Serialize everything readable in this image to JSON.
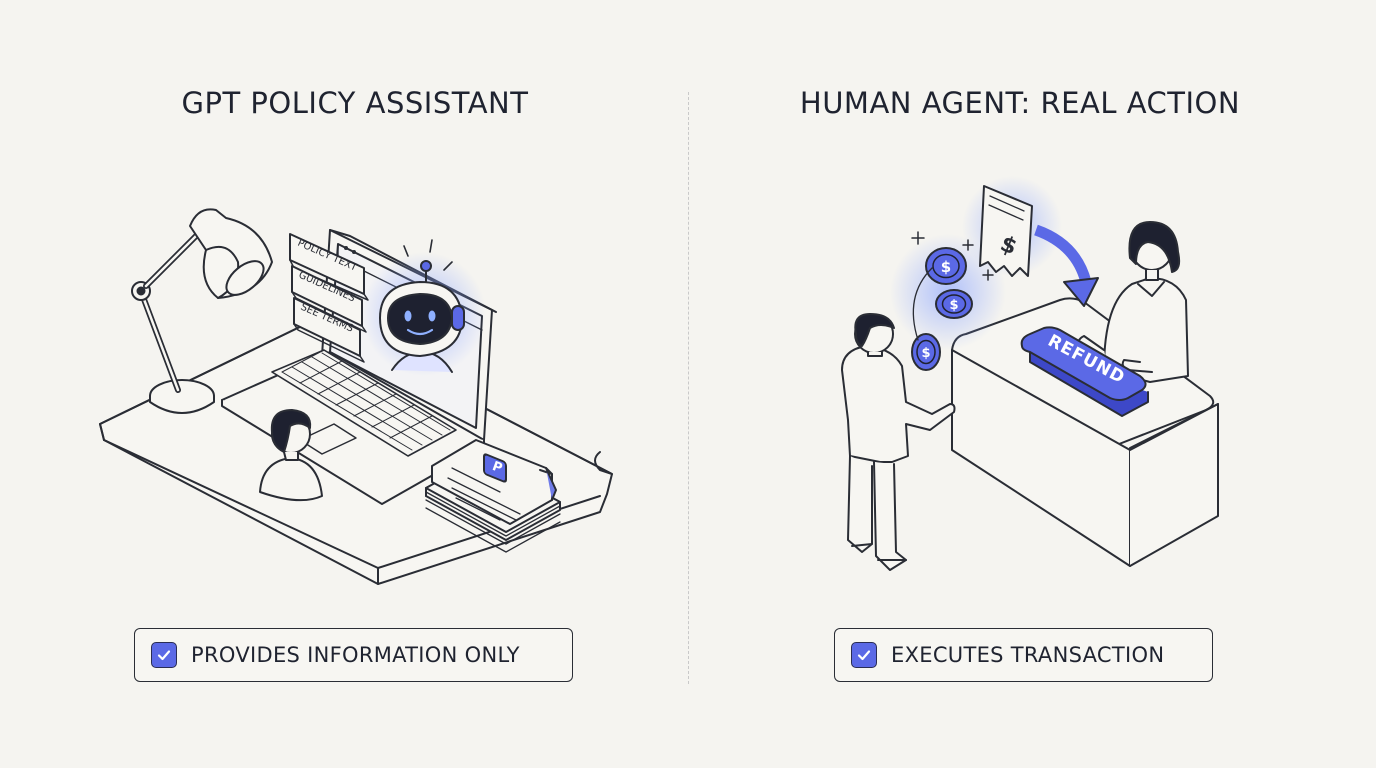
{
  "panels": {
    "left": {
      "title": "GPT POLICY ASSISTANT",
      "badge": "PROVIDES INFORMATION ONLY",
      "cards": [
        "POLICY TEXT",
        "GUIDELINES",
        "SEE TERMS"
      ],
      "doc_letter": "P"
    },
    "right": {
      "title": "HUMAN AGENT: REAL ACTION",
      "badge": "EXECUTES TRANSACTION",
      "receipt_symbol": "$",
      "coin_symbol": "$",
      "button_label": "REFUND"
    }
  },
  "colors": {
    "background": "#f5f4f0",
    "accent": "#5b69e6",
    "ink": "#2a2d35",
    "glow": "#8fa8ff"
  },
  "icons": [
    "check-icon",
    "desk-lamp-icon",
    "robot-icon",
    "laptop-icon",
    "document-stack-icon",
    "receipt-icon",
    "coin-icon",
    "arrow-icon",
    "refund-button-icon"
  ]
}
